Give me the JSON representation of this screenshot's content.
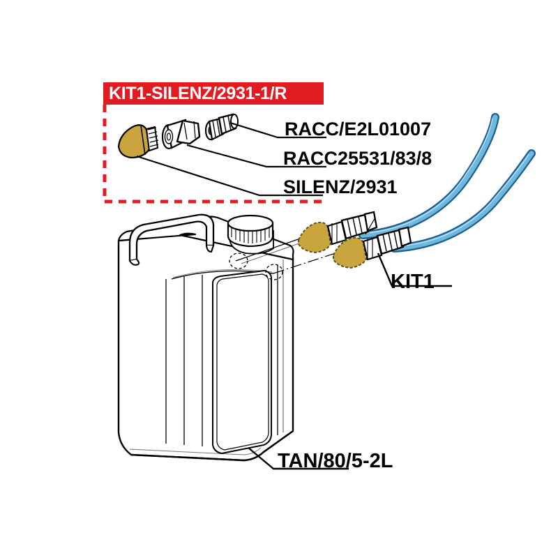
{
  "diagram": {
    "title_banner": {
      "text": "KIT1-SILENZ/2931-1/R",
      "background_color": "#e11b22",
      "text_color": "#ffffff"
    },
    "detail_box": {
      "border_style": "dashed",
      "border_color": "#e11b22"
    },
    "part_labels": [
      {
        "id": "racc-e2l01007",
        "text": "RACC/E2L01007"
      },
      {
        "id": "racc25531",
        "text": "RACC25531/83/8"
      },
      {
        "id": "silenz2931",
        "text": "SILENZ/2931"
      },
      {
        "id": "kit1",
        "text": "KIT1"
      },
      {
        "id": "tan-80-5-2l",
        "text": "TAN/80/5-2L"
      }
    ],
    "colors": {
      "brass_nozzle": "#c9a53d",
      "brass_outline": "#6b5a20",
      "hose_fill": "#6fb8dd",
      "hose_edge": "#1a5f8f",
      "outline": "#000000",
      "accent_red": "#e11b22"
    },
    "components": {
      "tank": {
        "name": "jerrycan-tank",
        "label": "TAN/80/5-2L"
      },
      "nozzle": {
        "name": "silencer-nozzle",
        "label": "SILENZ/2931"
      },
      "coupling": {
        "name": "quick-coupling",
        "label": "RACC25531/83/8"
      },
      "fitting": {
        "name": "hose-fitting",
        "label": "RACC/E2L01007"
      },
      "assembly": {
        "name": "kit1-assembly",
        "label": "KIT1"
      }
    }
  }
}
